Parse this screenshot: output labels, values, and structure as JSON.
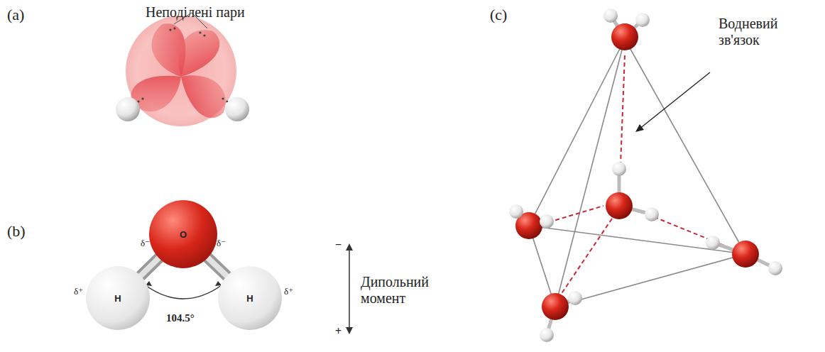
{
  "diagram": {
    "nodes": [
      {
        "text": [
          "O"
        ]
      },
      {
        "text": [
          "H"
        ]
      },
      {
        "text": [
          "H"
        ]
      }
    ],
    "edges": [
      {
        "from": 0,
        "to": 1,
        "arrow": "none"
      },
      {
        "from": 0,
        "to": 2,
        "arrow": "none"
      }
    ],
    "labels": [
      "(a)",
      "Неподілені пари",
      "(b)",
      "δ⁻",
      "δ⁻",
      "δ⁺",
      "δ⁺",
      "104.5°",
      "−",
      "+",
      "Дипольний момент",
      "(c)",
      "Водневий зв'язок"
    ]
  }
}
